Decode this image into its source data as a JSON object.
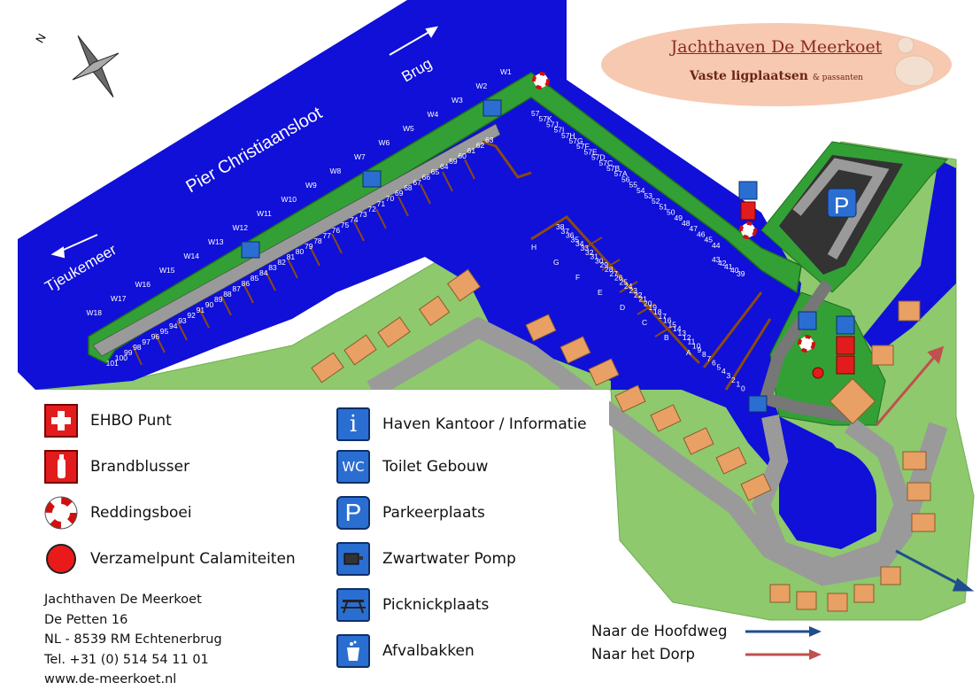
{
  "title": {
    "main": "Jachthaven De Meerkoet",
    "sub": "Vaste ligplaatsen",
    "sub_small": "& passanten"
  },
  "compass": {
    "north_label": "N"
  },
  "map_labels": {
    "canal": "Pier Christiaansloot",
    "lake": "Tjeukemeer",
    "bridge": "Brug"
  },
  "legend": [
    {
      "icon": "first-aid-icon",
      "label": "EHBO Punt"
    },
    {
      "icon": "fire-extinguisher-icon",
      "label": "Brandblusser"
    },
    {
      "icon": "life-buoy-icon",
      "label": "Reddingsboei"
    },
    {
      "icon": "assembly-point-icon",
      "label": "Verzamelpunt Calamiteiten"
    },
    {
      "icon": "info-icon",
      "label": "Haven Kantoor / Informatie"
    },
    {
      "icon": "wc-icon",
      "label": "Toilet Gebouw"
    },
    {
      "icon": "parking-icon",
      "label": "Parkeerplaats"
    },
    {
      "icon": "pump-icon",
      "label": "Zwartwater Pomp"
    },
    {
      "icon": "picnic-icon",
      "label": "Picknickplaats"
    },
    {
      "icon": "waste-bin-icon",
      "label": "Afvalbakken"
    }
  ],
  "icon_glyphs": {
    "info": "i",
    "wc": "WC",
    "parking": "P"
  },
  "address": [
    "Jachthaven De Meerkoet",
    "De Petten 16",
    "NL - 8539 RM Echtenerbrug",
    "Tel. +31 (0) 514 54 11 01",
    "www.de-meerkoet.nl"
  ],
  "directions": [
    {
      "label": "Naar de Hoofdweg",
      "color": "#1f4e8c"
    },
    {
      "label": "Naar het Dorp",
      "color": "#c0504d"
    }
  ],
  "berths": {
    "w_outer": [
      "W1",
      "W2",
      "W3",
      "W4",
      "W5",
      "W6",
      "W7",
      "W8",
      "W9",
      "W10",
      "W11",
      "W12",
      "W13",
      "W14",
      "W15",
      "W16",
      "W17",
      "W18"
    ],
    "pier_row_a": [
      "57",
      "57K",
      "57J",
      "57I",
      "57H",
      "57G",
      "57F",
      "57E",
      "57D",
      "57C",
      "57B",
      "57A",
      "56",
      "55",
      "54",
      "53",
      "52",
      "51",
      "50",
      "49",
      "48",
      "47",
      "46",
      "45",
      "44"
    ],
    "pier_row_b": [
      "63",
      "62",
      "61",
      "60",
      "59",
      "64",
      "65",
      "66",
      "67",
      "68",
      "69",
      "70",
      "71",
      "72",
      "73",
      "74",
      "75",
      "76",
      "77",
      "78",
      "79",
      "80",
      "81",
      "82",
      "83",
      "84",
      "85",
      "86",
      "87",
      "88",
      "89",
      "90",
      "91",
      "92",
      "93",
      "94",
      "95",
      "96",
      "97",
      "98",
      "99",
      "100",
      "101"
    ],
    "middle_jetty": [
      "38",
      "37",
      "36",
      "35",
      "34",
      "33",
      "32",
      "31",
      "30",
      "29",
      "28",
      "27",
      "26",
      "25",
      "24",
      "23",
      "22",
      "21",
      "20",
      "19",
      "18",
      "17",
      "16",
      "15",
      "14",
      "13",
      "12",
      "11",
      "10",
      "9",
      "8",
      "7",
      "6",
      "5",
      "4",
      "3",
      "2",
      "1",
      "0"
    ],
    "letters": [
      "H",
      "G",
      "F",
      "E",
      "D",
      "C",
      "B",
      "A"
    ],
    "near_office": [
      "43",
      "42",
      "41",
      "40",
      "39"
    ]
  },
  "colors": {
    "water": "#1010d8",
    "grass": "#33a036",
    "land": "#8ec96d",
    "road": "#9a9a9a",
    "title_bg": "#f6c9b0",
    "building": "#e8a064"
  }
}
